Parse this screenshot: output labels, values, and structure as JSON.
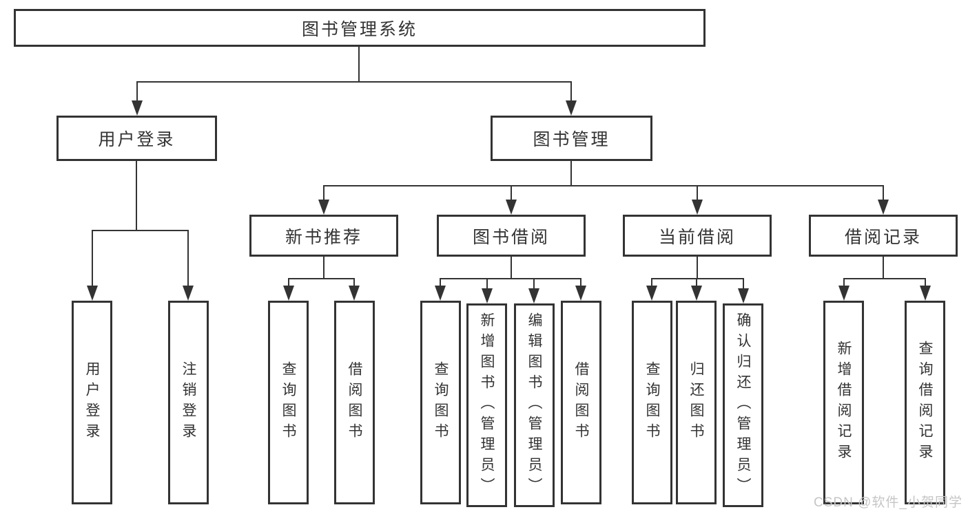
{
  "colors": {
    "line": "#333333",
    "box_border": "#333333",
    "text": "#333333",
    "watermark": "#c5c5c5",
    "background": "#ffffff"
  },
  "tree": {
    "root": {
      "label": "图书管理系统"
    },
    "branches": [
      {
        "label": "用户登录",
        "children": [
          {
            "label": "用户登录"
          },
          {
            "label": "注销登录"
          }
        ]
      },
      {
        "label": "图书管理",
        "groups": [
          {
            "label": "新书推荐",
            "children": [
              {
                "label": "查询图书"
              },
              {
                "label": "借阅图书"
              }
            ]
          },
          {
            "label": "图书借阅",
            "children": [
              {
                "label": "查询图书"
              },
              {
                "label": "新增图书（管理员）"
              },
              {
                "label": "编辑图书（管理员）"
              },
              {
                "label": "借阅图书"
              }
            ]
          },
          {
            "label": "当前借阅",
            "children": [
              {
                "label": "查询图书"
              },
              {
                "label": "归还图书"
              },
              {
                "label": "确认归还（管理员）"
              }
            ]
          },
          {
            "label": "借阅记录",
            "children": [
              {
                "label": "新增借阅记录"
              },
              {
                "label": "查询借阅记录"
              }
            ]
          }
        ]
      }
    ]
  },
  "watermark": {
    "text": "CSDN @软件_小贺同学"
  }
}
